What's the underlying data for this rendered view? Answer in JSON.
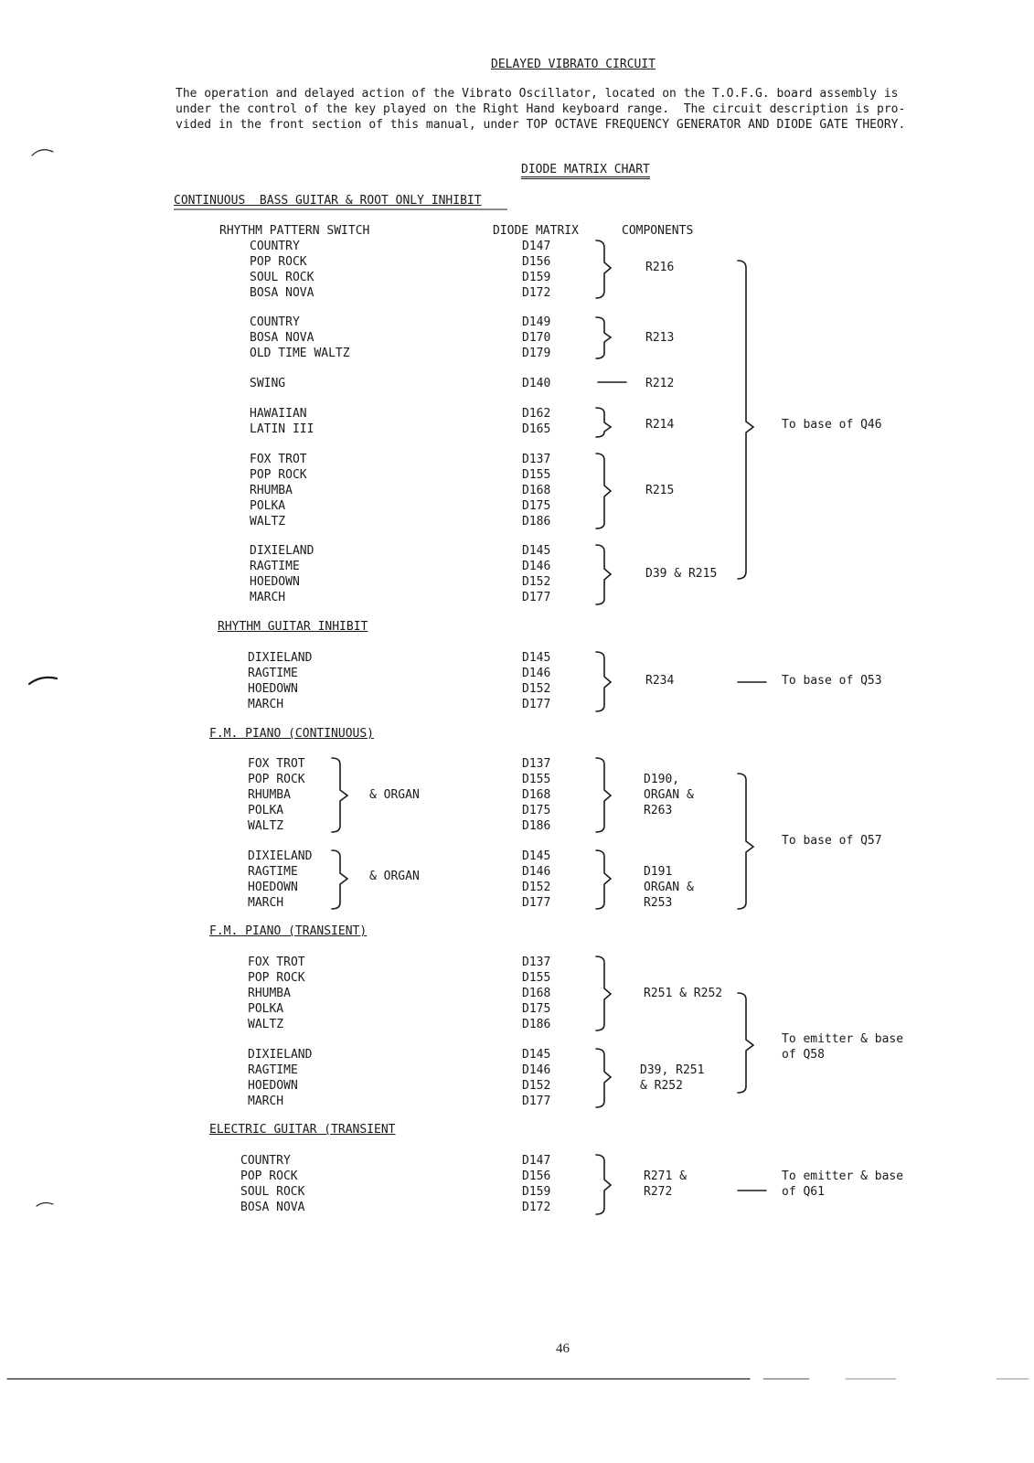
{
  "title": "DELAYED VIBRATO CIRCUIT",
  "intro_lines": [
    "The operation and delayed action of the Vibrato Oscillator, located on the T.O.F.G. board assembly is",
    "under the control of the key played on the Right Hand keyboard range.  The circuit description is pro-",
    "vided in the front section of this manual, under TOP OCTAVE FREQUENCY GENERATOR AND DIODE GATE THEORY."
  ],
  "chart_title": "DIODE MATRIX CHART",
  "section1": {
    "heading": "CONTINUOUS  BASS GUITAR & ROOT ONLY INHIBIT",
    "col_switch": "RHYTHM PATTERN SWITCH",
    "col_matrix": "DIODE MATRIX",
    "col_components": "COMPONENTS",
    "groups": [
      {
        "rhythms": [
          "COUNTRY",
          "POP ROCK",
          "SOUL ROCK",
          "BOSA NOVA"
        ],
        "diodes": [
          "D147",
          "D156",
          "D159",
          "D172"
        ],
        "component": "R216"
      },
      {
        "rhythms": [
          "COUNTRY",
          "BOSA NOVA",
          "OLD TIME WALTZ"
        ],
        "diodes": [
          "D149",
          "D170",
          "D179"
        ],
        "component": "R213"
      },
      {
        "rhythms": [
          "SWING"
        ],
        "diodes": [
          "D140"
        ],
        "component": "R212"
      },
      {
        "rhythms": [
          "HAWAIIAN",
          "LATIN III"
        ],
        "diodes": [
          "D162",
          "D165"
        ],
        "component": "R214"
      },
      {
        "rhythms": [
          "FOX TROT",
          "POP ROCK",
          "RHUMBA",
          "POLKA",
          "WALTZ"
        ],
        "diodes": [
          "D137",
          "D155",
          "D168",
          "D175",
          "D186"
        ],
        "component": "R215"
      },
      {
        "rhythms": [
          "DIXIELAND",
          "RAGTIME",
          "HOEDOWN",
          "MARCH"
        ],
        "diodes": [
          "D145",
          "D146",
          "D152",
          "D177"
        ],
        "component": "D39 & R215"
      }
    ],
    "destination": "To base of Q46"
  },
  "section2": {
    "heading": "RHYTHM GUITAR INHIBIT",
    "rhythms": [
      "DIXIELAND",
      "RAGTIME",
      "HOEDOWN",
      "MARCH"
    ],
    "diodes": [
      "D145",
      "D146",
      "D152",
      "D177"
    ],
    "component": "R234",
    "destination": "To base of Q53"
  },
  "section3": {
    "heading": "F.M. PIANO (CONTINUOUS)",
    "groups": [
      {
        "rhythms": [
          "FOX TROT",
          "POP ROCK",
          "RHUMBA",
          "POLKA",
          "WALTZ"
        ],
        "note": "& ORGAN",
        "diodes": [
          "D137",
          "D155",
          "D168",
          "D175",
          "D186"
        ],
        "components": [
          "D190,",
          "ORGAN &",
          "R263"
        ]
      },
      {
        "rhythms": [
          "DIXIELAND",
          "RAGTIME",
          "HOEDOWN",
          "MARCH"
        ],
        "note": "& ORGAN",
        "diodes": [
          "D145",
          "D146",
          "D152",
          "D177"
        ],
        "components": [
          "D191",
          "ORGAN &",
          "R253"
        ]
      }
    ],
    "destination": "To base of Q57"
  },
  "section4": {
    "heading": "F.M. PIANO (TRANSIENT)",
    "groups": [
      {
        "rhythms": [
          "FOX TROT",
          "POP ROCK",
          "RHUMBA",
          "POLKA",
          "WALTZ"
        ],
        "diodes": [
          "D137",
          "D155",
          "D168",
          "D175",
          "D186"
        ],
        "components": [
          "R251 & R252"
        ]
      },
      {
        "rhythms": [
          "DIXIELAND",
          "RAGTIME",
          "HOEDOWN",
          "MARCH"
        ],
        "diodes": [
          "D145",
          "D146",
          "D152",
          "D177"
        ],
        "components": [
          "D39, R251",
          "& R252"
        ]
      }
    ],
    "destination": [
      "To emitter & base",
      "of Q58"
    ]
  },
  "section5": {
    "heading": "ELECTRIC GUITAR (TRANSIENT",
    "rhythms": [
      "COUNTRY",
      "POP ROCK",
      "SOUL ROCK",
      "BOSA NOVA"
    ],
    "diodes": [
      "D147",
      "D156",
      "D159",
      "D172"
    ],
    "components": [
      "R271 &",
      "R272"
    ],
    "destination": [
      "To emitter & base",
      "of Q61"
    ]
  },
  "page_number": "46"
}
